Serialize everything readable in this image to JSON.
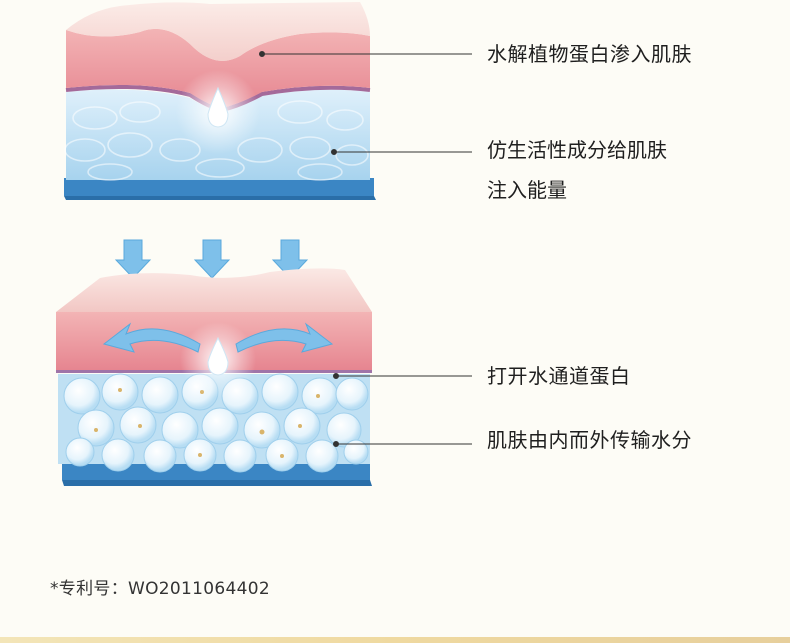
{
  "labels": {
    "top_1": "水解植物蛋白渗入肌肤",
    "top_2_line1": "仿生活性成分给肌肤",
    "top_2_line2": "注入能量",
    "bottom_1": "打开水通道蛋白",
    "bottom_2": "肌肤由内而外传输水分"
  },
  "footnote": "*专利号：WO2011064402",
  "colors": {
    "background": "#fdfcf6",
    "skin_pink": "#e98d96",
    "skin_top": "#f5c6c4",
    "cell_blue": "#a9d5ee",
    "base_blue": "#3b86c4",
    "arrow_blue": "#7ec0ea",
    "leader_line": "#333333"
  }
}
